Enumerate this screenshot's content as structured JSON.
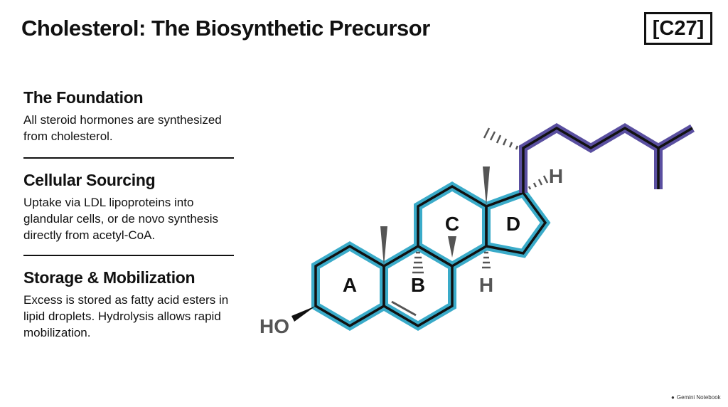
{
  "title": "Cholesterol: The Biosynthetic Precursor",
  "badge": "[C27]",
  "sections": [
    {
      "title": "The Foundation",
      "body": "All steroid hormones are synthesized from cholesterol."
    },
    {
      "title": "Cellular Sourcing",
      "body": "Uptake via LDL lipoproteins into glandular cells, or de novo synthesis directly from acetyl-CoA."
    },
    {
      "title": "Storage & Mobilization",
      "body": "Excess is stored as fatty acid esters in lipid droplets. Hydrolysis allows rapid mobilization."
    }
  ],
  "molecule": {
    "ring_labels": [
      "A",
      "B",
      "C",
      "D"
    ],
    "hydroxyl_label": "HO",
    "hydrogen_label": "H",
    "colors": {
      "ring_highlight": "#3aabc9",
      "side_chain_highlight": "#5a4fa0",
      "bond": "#111111",
      "label": "#555555"
    }
  },
  "footer": {
    "text": "Gemini Notebook"
  }
}
